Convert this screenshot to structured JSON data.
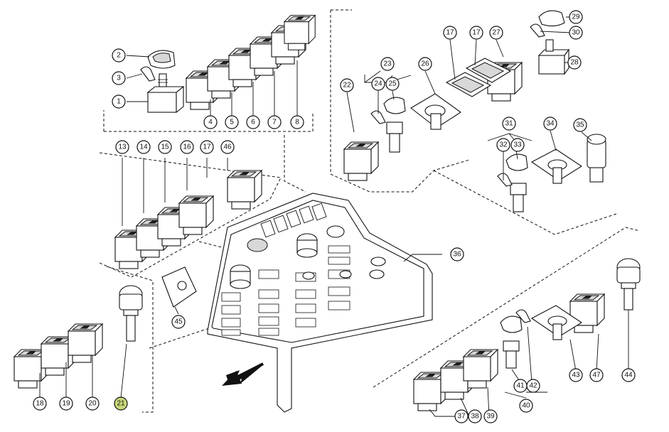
{
  "callouts": [
    {
      "id": "1",
      "label": "1"
    },
    {
      "id": "2",
      "label": "2"
    },
    {
      "id": "3",
      "label": "3"
    },
    {
      "id": "4",
      "label": "4"
    },
    {
      "id": "5",
      "label": "5"
    },
    {
      "id": "6",
      "label": "6"
    },
    {
      "id": "7",
      "label": "7"
    },
    {
      "id": "8",
      "label": "8"
    },
    {
      "id": "13",
      "label": "13"
    },
    {
      "id": "14",
      "label": "14"
    },
    {
      "id": "15",
      "label": "15"
    },
    {
      "id": "16",
      "label": "16"
    },
    {
      "id": "17a",
      "label": "17"
    },
    {
      "id": "46",
      "label": "46"
    },
    {
      "id": "18",
      "label": "18"
    },
    {
      "id": "19",
      "label": "19"
    },
    {
      "id": "20",
      "label": "20"
    },
    {
      "id": "21",
      "label": "21",
      "highlight": true
    },
    {
      "id": "22",
      "label": "22"
    },
    {
      "id": "23",
      "label": "23"
    },
    {
      "id": "24",
      "label": "24"
    },
    {
      "id": "25",
      "label": "25"
    },
    {
      "id": "26",
      "label": "26"
    },
    {
      "id": "17b",
      "label": "17"
    },
    {
      "id": "17c",
      "label": "17"
    },
    {
      "id": "27",
      "label": "27"
    },
    {
      "id": "28",
      "label": "28"
    },
    {
      "id": "29",
      "label": "29"
    },
    {
      "id": "30",
      "label": "30"
    },
    {
      "id": "31",
      "label": "31"
    },
    {
      "id": "32",
      "label": "32"
    },
    {
      "id": "33",
      "label": "33"
    },
    {
      "id": "34",
      "label": "34"
    },
    {
      "id": "35",
      "label": "35"
    },
    {
      "id": "36",
      "label": "36"
    },
    {
      "id": "45",
      "label": "45"
    },
    {
      "id": "37",
      "label": "37"
    },
    {
      "id": "38",
      "label": "38"
    },
    {
      "id": "39",
      "label": "39"
    },
    {
      "id": "40",
      "label": "40"
    },
    {
      "id": "41",
      "label": "41"
    },
    {
      "id": "42",
      "label": "42"
    },
    {
      "id": "43",
      "label": "43"
    },
    {
      "id": "47",
      "label": "47"
    },
    {
      "id": "44",
      "label": "44"
    }
  ],
  "highlight_color": "#c9d77a",
  "line_color": "#111111"
}
